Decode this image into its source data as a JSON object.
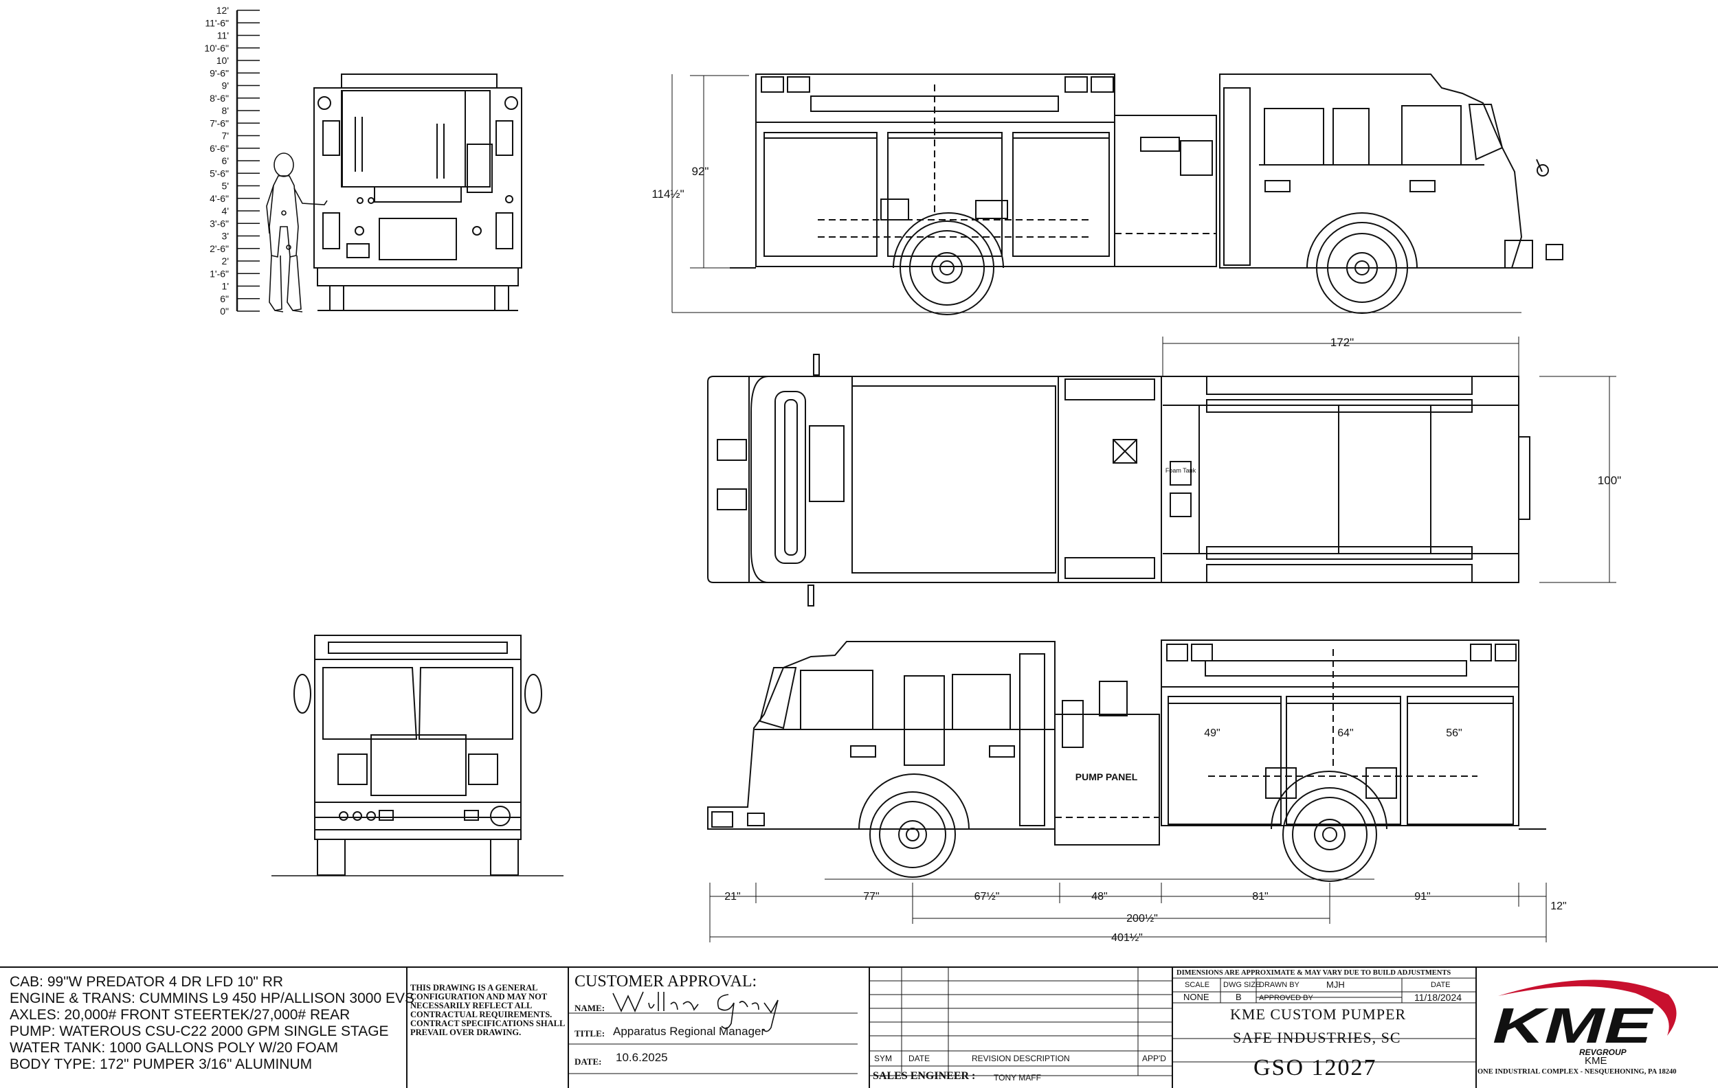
{
  "height_scale": [
    "12'",
    "11'-6\"",
    "11'",
    "10'-6\"",
    "10'",
    "9'-6\"",
    "9'",
    "8'-6\"",
    "8'",
    "7'-6\"",
    "7'",
    "6'-6\"",
    "6'",
    "5'-6\"",
    "5'",
    "4'-6\"",
    "4'",
    "3'-6\"",
    "3'",
    "2'-6\"",
    "2'",
    "1'-6\"",
    "1'",
    "6\"",
    "0\""
  ],
  "dimensions": {
    "height_body": "92\"",
    "height_overall": "114½\"",
    "body_length_top": "172\"",
    "width": "100\"",
    "comp_1": "49\"",
    "comp_2": "64\"",
    "comp_3": "56\"",
    "front_overhang": "21\"",
    "d_77": "77\"",
    "d_67": "67½\"",
    "d_48": "48\"",
    "d_81": "81\"",
    "d_91": "91\"",
    "rear_overhang": "12\"",
    "wheelbase": "200½\"",
    "overall_length": "401½\""
  },
  "labels": {
    "pump_panel": "PUMP PANEL",
    "foam_tank": "Foam Tank"
  },
  "specs": [
    "CAB: 99\"W PREDATOR 4 DR LFD 10\" RR",
    "ENGINE & TRANS: CUMMINS L9 450 HP/ALLISON 3000 EVS",
    "AXLES: 20,000# FRONT STEERTEK/27,000# REAR",
    "PUMP: WATEROUS CSU-C22 2000 GPM SINGLE STAGE",
    "WATER TANK: 1000 GALLONS POLY W/20 FOAM",
    "BODY TYPE: 172\" PUMPER 3/16\" ALUMINUM"
  ],
  "disclaimer": "THIS DRAWING IS A GENERAL CONFIGURATION AND MAY NOT NECESSARILY REFLECT ALL CONTRACTUAL REQUIREMENTS. CONTRACT SPECIFICATIONS SHALL PREVAIL OVER DRAWING.",
  "approval": {
    "heading": "CUSTOMER APPROVAL:",
    "name_label": "NAME:",
    "title_label": "TITLE:",
    "title_value": "Apparatus Regional Manager",
    "date_label": "DATE:",
    "date_value": "10.6.2025"
  },
  "revision": {
    "sym": "SYM",
    "date": "DATE",
    "description": "REVISION DESCRIPTION",
    "appd": "APP'D",
    "sales_engineer_label": "SALES ENGINEER :",
    "sales_engineer": "TONY MAFF"
  },
  "titleblock": {
    "note": "DIMENSIONS ARE APPROXIMATE & MAY VARY DUE TO BUILD ADJUSTMENTS",
    "scale_label": "SCALE",
    "scale": "NONE",
    "dwg_size_label": "DWG SIZE",
    "dwg_size": "B",
    "drawn_by_label": "DRAWN BY",
    "drawn_by": "MJH",
    "approved_by_label": "APPROVED BY",
    "date_label": "DATE",
    "date": "11/18/2024",
    "product": "KME CUSTOM PUMPER",
    "customer": "SAFE INDUSTRIES, SC",
    "job_number": "GSO 12027"
  },
  "logo": {
    "wordmark": "KME",
    "sub": "REVGROUP",
    "company": "KME",
    "address": "ONE INDUSTRIAL COMPLEX - NESQUEHONING, PA 18240",
    "red": "#c8102e"
  }
}
